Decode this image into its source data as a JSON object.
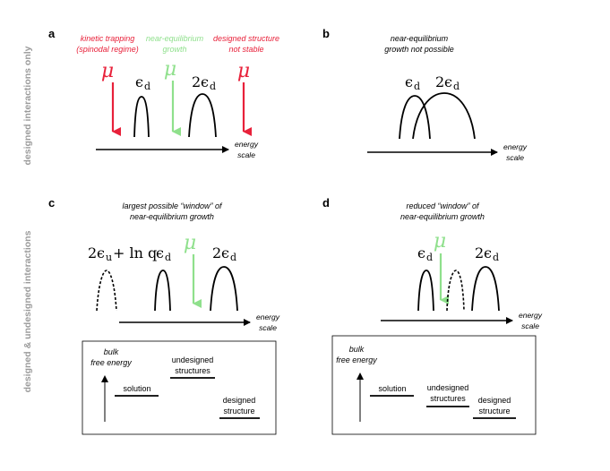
{
  "side_labels": {
    "top": "designed interactions only",
    "bottom": "designed & undesigned interactions"
  },
  "panels": {
    "a": {
      "letter": "a",
      "caption_kinetic": [
        "kinetic trapping",
        "(spinodal regime)"
      ],
      "caption_near": [
        "near-equilibrium",
        "growth"
      ],
      "caption_designed": [
        "designed structure",
        "not stable"
      ],
      "axis_label": [
        "energy",
        "scale"
      ]
    },
    "b": {
      "letter": "b",
      "caption": [
        "near-equilibrium",
        "growth not possible"
      ],
      "axis_label": [
        "energy",
        "scale"
      ]
    },
    "c": {
      "letter": "c",
      "caption": [
        "largest possible “window” of",
        "near-equilibrium growth"
      ],
      "axis_label": [
        "energy",
        "scale"
      ],
      "box": {
        "y_label": [
          "bulk",
          "free energy"
        ],
        "solution": "solution",
        "undesigned": [
          "undesigned",
          "structures"
        ],
        "designed": [
          "designed",
          "structure"
        ]
      }
    },
    "d": {
      "letter": "d",
      "caption": [
        "reduced “window” of",
        "near-equilibrium growth"
      ],
      "axis_label": [
        "energy",
        "scale"
      ],
      "box": {
        "y_label": [
          "bulk",
          "free energy"
        ],
        "solution": "solution",
        "undesigned": [
          "undesigned",
          "structures"
        ],
        "designed": [
          "designed",
          "structure"
        ]
      }
    }
  },
  "symbols": {
    "mu": "μ",
    "eps": "ϵ",
    "sub_d": "d",
    "sub_u": "u",
    "two": "2",
    "ln_q": "+ ln q"
  },
  "colors": {
    "red": "#e8213a",
    "green": "#8fe08c",
    "gray": "#9a9a9a"
  }
}
